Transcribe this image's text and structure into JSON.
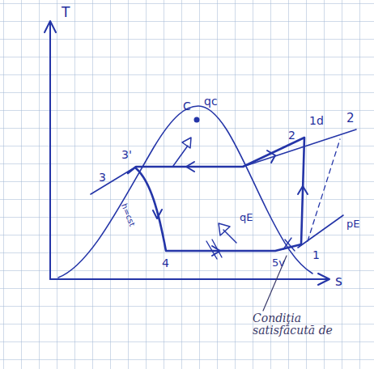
{
  "diagram": {
    "labels": [
      "T",
      "s",
      "C",
      "qc",
      "1d",
      "2",
      "2",
      "3",
      "3'",
      "4",
      "5v",
      "1",
      "pE",
      "qE",
      "h=cst",
      "Condiţia satisfăcută de"
    ]
  }
}
